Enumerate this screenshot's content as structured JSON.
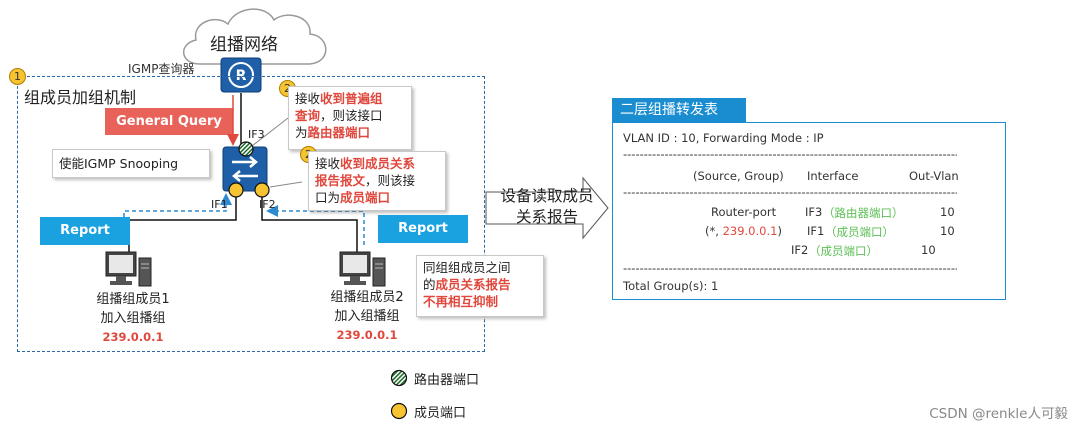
{
  "cloud": {
    "title": "组播网络"
  },
  "querier": {
    "label": "IGMP查询器"
  },
  "mechanism": {
    "badge": "1",
    "title": "组成员加组机制"
  },
  "general_query": {
    "label": "General Query"
  },
  "snooping": {
    "label": "使能IGMP Snooping"
  },
  "callout_router": {
    "badge": "2",
    "l1a": "接收",
    "l1b": "收到普遍组",
    "l2a": "查询",
    "l2b": "，则该接口",
    "l3a": "为",
    "l3b": "路由器端口"
  },
  "callout_member": {
    "badge": "2",
    "l1a": "接收",
    "l1b": "收到成员关系",
    "l2a": "报告报文",
    "l2b": "，则该接",
    "l3a": "口为",
    "l3b": "成员端口"
  },
  "interfaces": {
    "if1": "IF1",
    "if2": "IF2",
    "if3": "IF3"
  },
  "report_left": {
    "label": "Report"
  },
  "report_right": {
    "label": "Report"
  },
  "member1": {
    "line1": "组播组成员1",
    "line2": "加入组播组",
    "ip": "239.0.0.1"
  },
  "member2": {
    "line1": "组播组成员2",
    "line2": "加入组播组",
    "ip": "239.0.0.1"
  },
  "callout_suppress": {
    "l1": "同组组成员之间",
    "l2a": "的",
    "l2b": "成员关系报告",
    "l3": "不再相互抑制"
  },
  "arrow": {
    "text": "设备读取成员关系报告"
  },
  "table": {
    "title": "二层组播转发表",
    "vlan_line": "VLAN ID : 10, Forwarding Mode : IP",
    "dashes": "------------------------------------------------------------------------------------------",
    "col_source": "(Source, Group)",
    "col_interface": "Interface",
    "col_outvlan": "Out-Vlan",
    "r1_src": "Router-port",
    "r1_if": "IF3",
    "r1_note": "（路由器端口）",
    "r1_vlan": "10",
    "r2_src_a": "(*, ",
    "r2_src_b": "239.0.0.1",
    "r2_src_c": ")",
    "r2_if": "IF1",
    "r2_note": "（成员端口）",
    "r2_vlan": "10",
    "r3_if": "IF2",
    "r3_note": "（成员端口）",
    "r3_vlan": "10",
    "total": "Total Group(s): 1"
  },
  "legend": {
    "router_port": "路由器端口",
    "member_port": "成员端口"
  },
  "watermark": "CSDN @renkle人可毅",
  "colors": {
    "accent_blue": "#1a8dd0",
    "red": "#e0483e",
    "green_note": "#5bbf53",
    "badge_yellow": "#f6c431",
    "report_blue": "#19a1e0",
    "query_red": "#e8625a"
  }
}
